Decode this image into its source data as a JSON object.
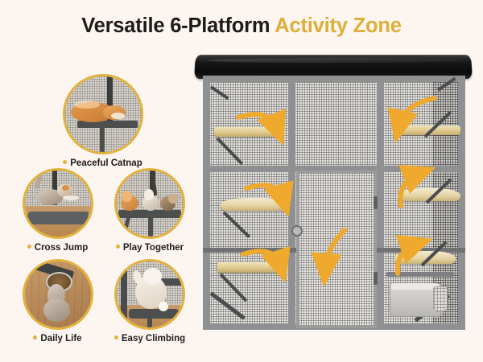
{
  "page": {
    "background_color": "#fdf5ef",
    "accent_gold": "#ddae3a",
    "accent_arrow": "#efa92c",
    "text_dark": "#1d1d1b"
  },
  "title": {
    "part_dark": "Versatile 6-Platform",
    "part_gold": "Activity Zone"
  },
  "features": [
    {
      "id": "peaceful-catnap",
      "label": "Peaceful Catnap",
      "scene": "orange tabby cat sleeping on dark gray platform against mesh wall"
    },
    {
      "id": "cross-jump",
      "label": "Cross Jump",
      "scene": "calico cat leaping across between platforms over wood deck"
    },
    {
      "id": "play-together",
      "label": "Play Together",
      "scene": "three kittens sitting together on a dark gray platform"
    },
    {
      "id": "daily-life",
      "label": "Daily Life",
      "scene": "cat eating from a food bowl on wooden deck, viewed from above"
    },
    {
      "id": "easy-climbing",
      "label": "Easy Climbing",
      "scene": "white cream cat climbing up onto a gray platform"
    }
  ],
  "product": {
    "name": "6-platform outdoor cat catio enclosure",
    "canopy": "black waterproof canopy roof",
    "frame_color": "#8e9092",
    "mesh_color": "#e8e6e2",
    "platform_color": "#ddc98d",
    "door": "center hinged mesh door",
    "accessory": "litter box with scoop at lower right",
    "platform_count": 6,
    "arrows": [
      {
        "id": "arrow-left-top",
        "direction": "curve-right"
      },
      {
        "id": "arrow-left-middle",
        "direction": "curve-right"
      },
      {
        "id": "arrow-left-bottom",
        "direction": "curve-right"
      },
      {
        "id": "arrow-center",
        "direction": "curve-down"
      },
      {
        "id": "arrow-right-top",
        "direction": "curve-left"
      },
      {
        "id": "arrow-right-middle",
        "direction": "curve-up"
      },
      {
        "id": "arrow-right-bottom",
        "direction": "curve-up"
      }
    ]
  }
}
